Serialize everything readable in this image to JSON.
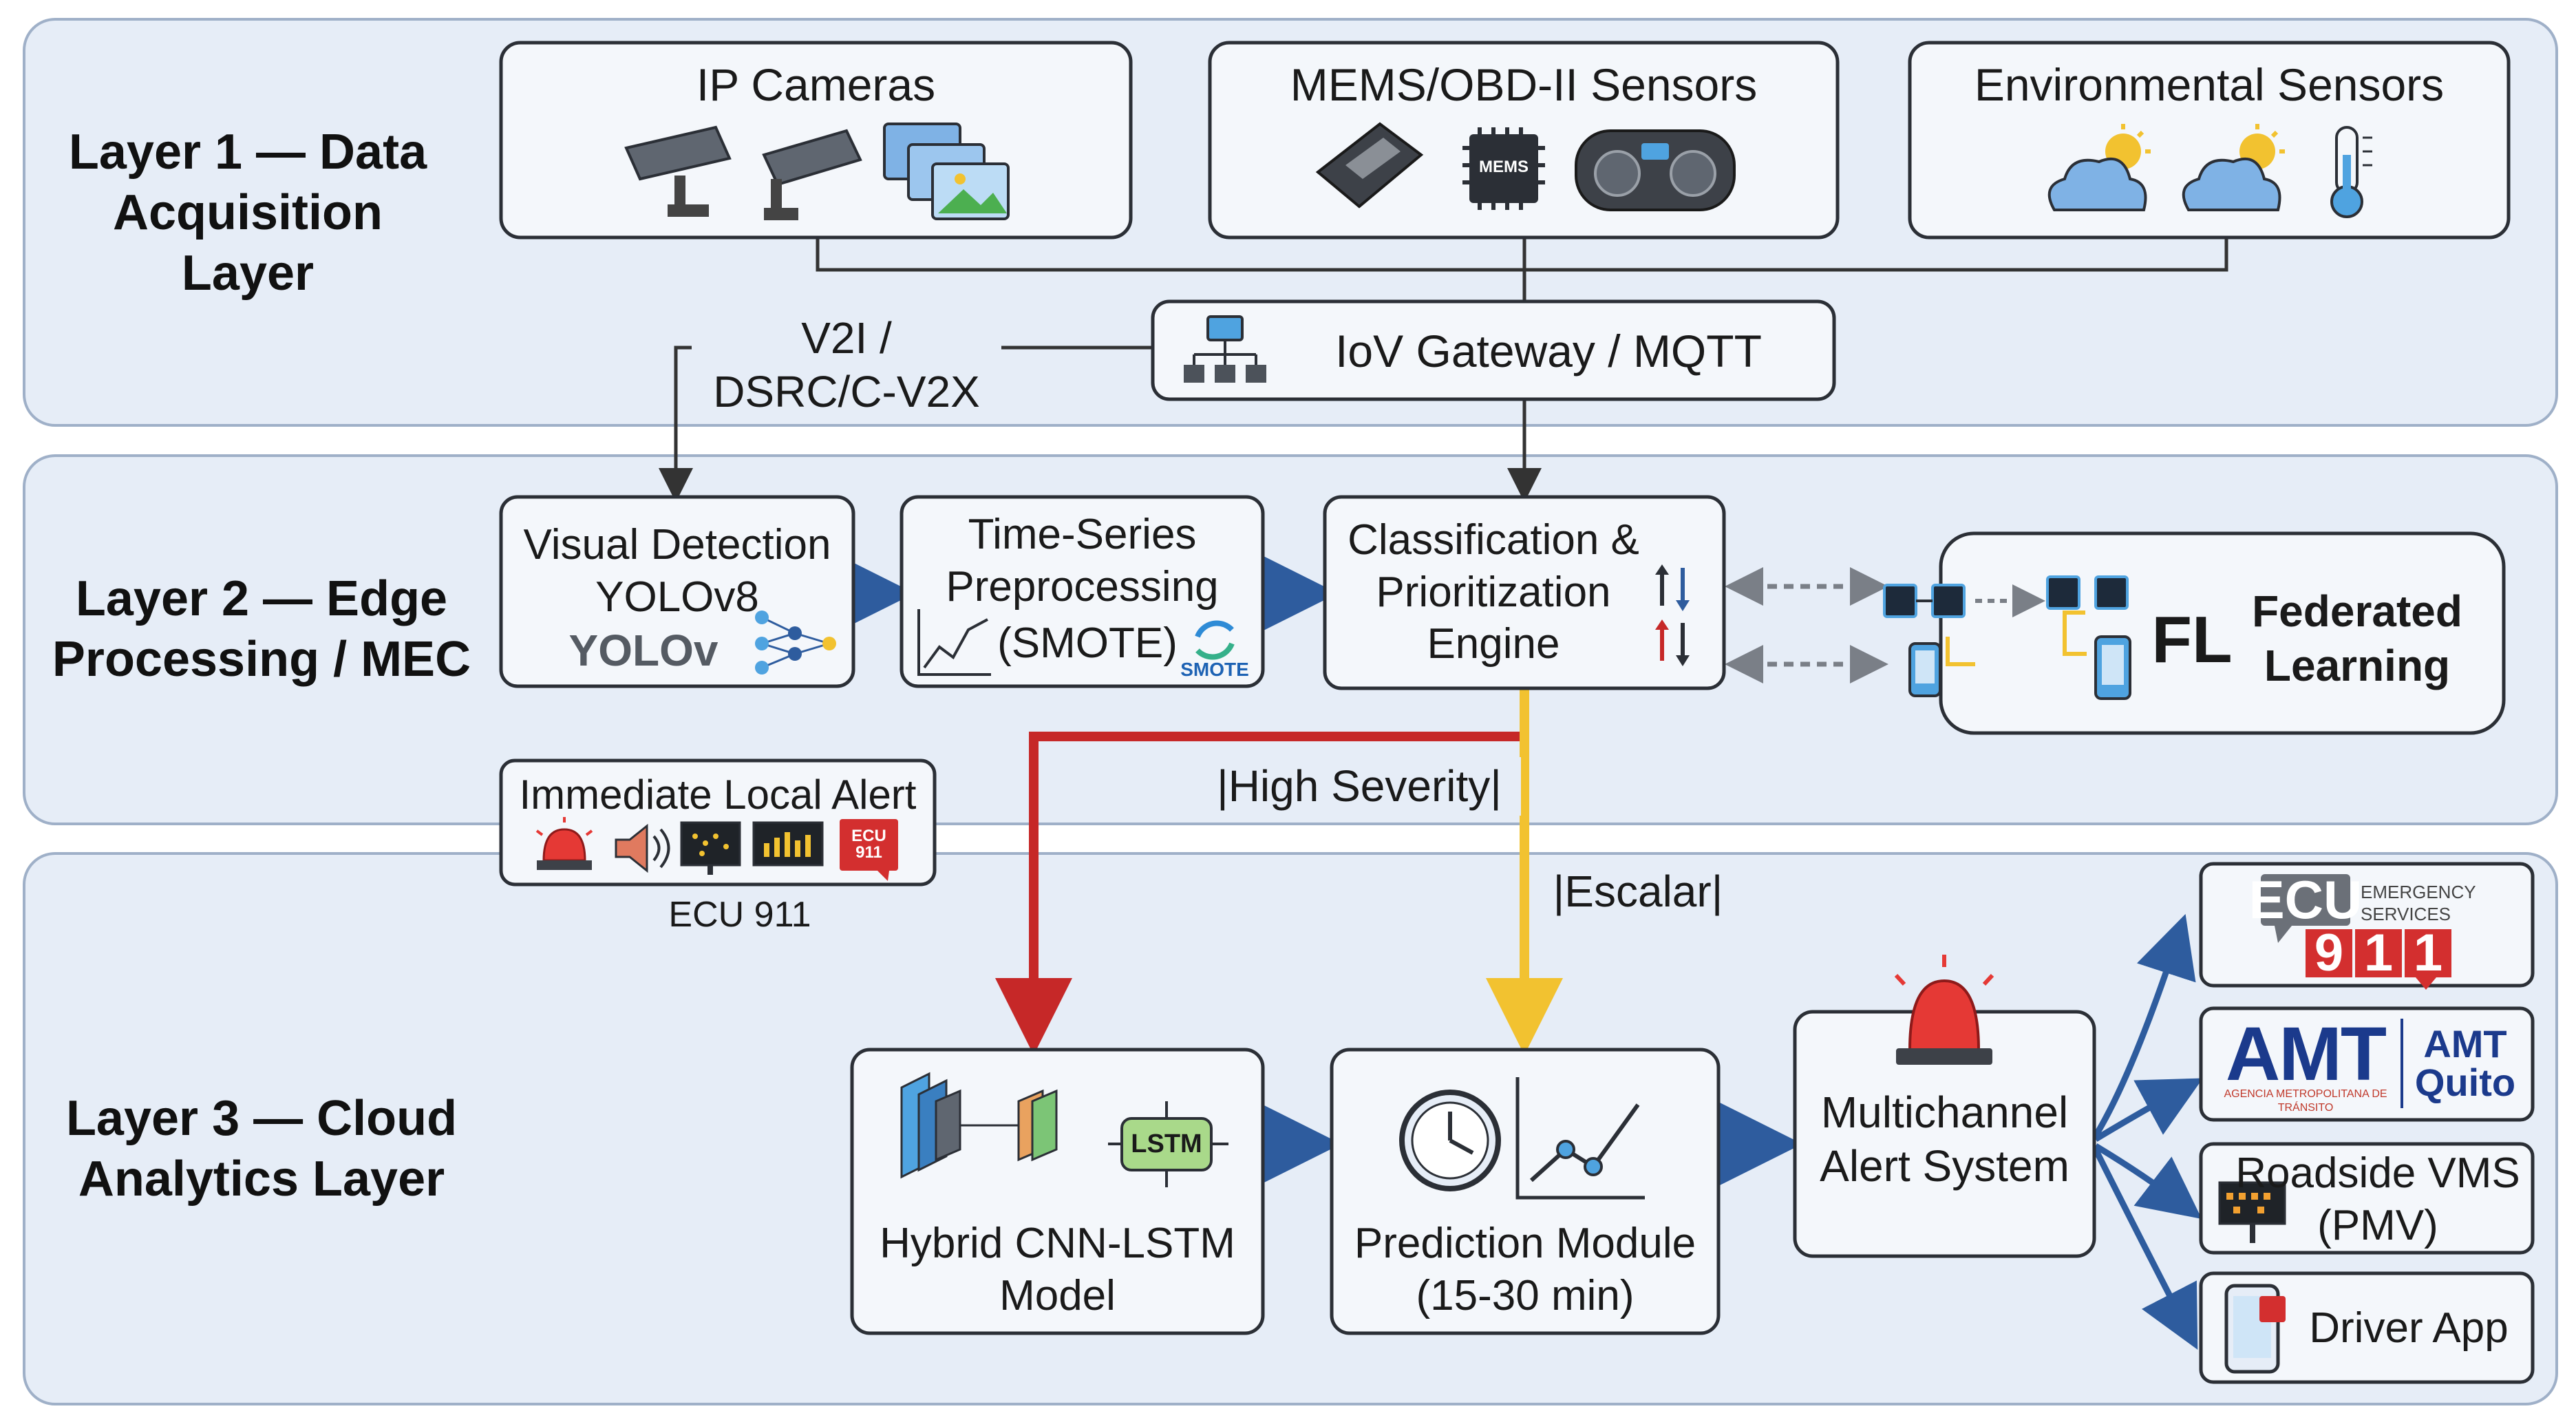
{
  "layers": [
    {
      "title": "Layer 1 — Data\nAcquisition\nLayer"
    },
    {
      "title": "Layer 2 — Edge\nProcessing / MEC"
    },
    {
      "title": "Layer 3 — Cloud\nAnalytics Layer"
    }
  ],
  "layer1": {
    "ip_cameras": {
      "title": "IP Cameras",
      "icons": [
        "cctv-camera-icon",
        "cctv-camera-icon",
        "image-gallery-icon"
      ]
    },
    "mems_sensors": {
      "title": "MEMS/OBD-II Sensors",
      "chip_label": "MEMS",
      "icons": [
        "obd-dongle-icon",
        "mems-chip-icon",
        "dashboard-icon"
      ]
    },
    "env_sensors": {
      "title": "Environmental Sensors",
      "icons": [
        "partly-cloudy-icon",
        "partly-cloudy-icon",
        "thermometer-icon"
      ]
    },
    "gateway": {
      "title": "IoV Gateway / MQTT",
      "icon": "network-hierarchy-icon"
    },
    "link_label": "V2I /\nDSRC/C-V2X"
  },
  "layer2": {
    "visual_detection": {
      "title": "Visual Detection\nYOLOv8",
      "brand": "YOLOv",
      "icon": "neural-network-icon"
    },
    "preprocessing": {
      "title": "Time-Series\nPreprocessing",
      "smote_text": "(SMOTE)",
      "logo_label": "SMOTE",
      "icon": "line-chart-icon"
    },
    "classification": {
      "title": "Classification &\nPrioritization\nEngine",
      "icon": "sort-arrows-icon"
    },
    "federated": {
      "short": "FL",
      "title": "Federated\nLearning",
      "icons": [
        "chip-icon",
        "phone-icon"
      ]
    },
    "local_alert": {
      "title": "Immediate Local Alert",
      "caption": "ECU 911",
      "badge": "ECU\n911",
      "icons": [
        "siren-icon",
        "speaker-icon",
        "led-sign-icon",
        "led-sign-icon",
        "ecu-badge-icon"
      ]
    }
  },
  "flows": {
    "high_severity": "|High Severity|",
    "escalate": "|Escalar|"
  },
  "layer3": {
    "cnn_lstm": {
      "title": "Hybrid CNN-LSTM\nModel",
      "lstm_label": "LSTM",
      "icon": "cnn-layers-icon"
    },
    "prediction": {
      "title": "Prediction Module\n(15-30 min)",
      "icons": [
        "clock-icon",
        "trend-chart-icon"
      ]
    },
    "alert_system": {
      "title": "Multichannel\nAlert System",
      "icon": "siren-icon"
    },
    "outputs": {
      "ecu911": {
        "ecu": "ECU",
        "services": "EMERGENCY\nSERVICES",
        "digits": [
          "9",
          "1",
          "1"
        ]
      },
      "amt": {
        "logo": "AMT",
        "side": "AMT\nQuito",
        "sub": "AGENCIA METROPOLITANA DE TRÁNSITO"
      },
      "vms": {
        "title": "Roadside VMS\n(PMV)",
        "icon": "vms-sign-icon"
      },
      "driver_app": {
        "title": "Driver App",
        "icon": "smartphone-alert-icon"
      }
    }
  },
  "colors": {
    "layer_bg": "#e6edf7",
    "box_bg": "#f4f7fb",
    "border": "#2b2f36",
    "arrow_blue": "#2e5c9e",
    "arrow_red": "#c62828",
    "arrow_yellow": "#f2c230",
    "connector": "#333333"
  }
}
